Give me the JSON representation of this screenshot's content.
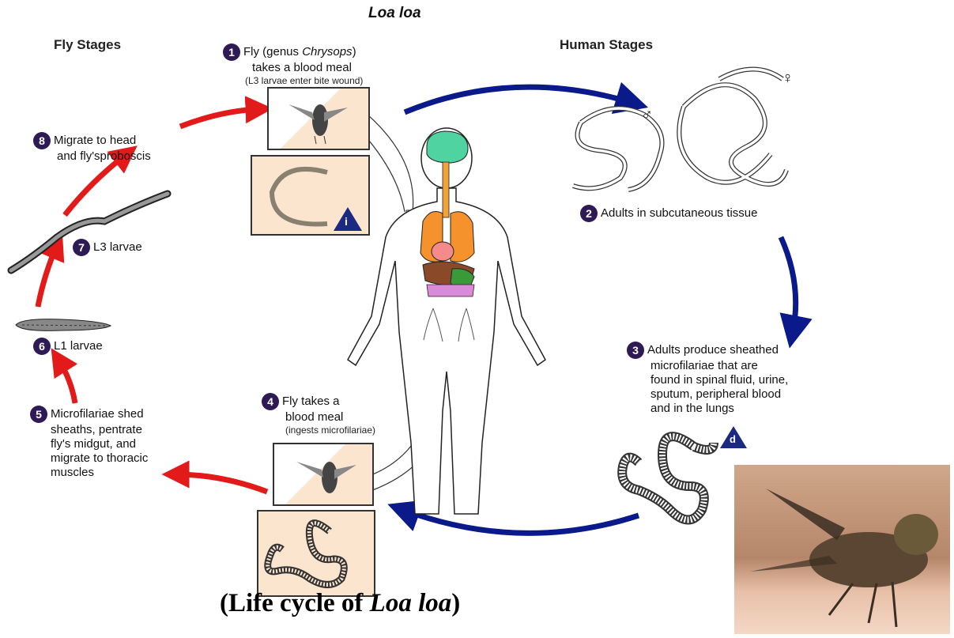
{
  "diagram": {
    "title": "Loa loa",
    "fly_stages_header": "Fly Stages",
    "human_stages_header": "Human Stages",
    "steps": [
      {
        "num": "1",
        "text_a": "Fly (genus ",
        "text_genus": "Chrysops",
        "text_b": ")",
        "text_c": "takes a blood meal",
        "sub": "(L3 larvae enter bite wound)"
      },
      {
        "num": "2",
        "text": "Adults in subcutaneous tissue"
      },
      {
        "num": "3",
        "lines": [
          "Adults produce sheathed",
          "microfilariae that are",
          "found in spinal fluid, urine,",
          "sputum, peripheral blood",
          "and in the lungs"
        ]
      },
      {
        "num": "4",
        "lines": [
          "Fly takes a",
          "blood meal"
        ],
        "sub": "(ingests microfilariae)"
      },
      {
        "num": "5",
        "lines": [
          "Microfilariae shed",
          "sheaths, pentrate",
          "fly's midgut, and",
          "migrate to thoracic",
          "muscles"
        ]
      },
      {
        "num": "6",
        "text": "L1 larvae"
      },
      {
        "num": "7",
        "text": "L3 larvae"
      },
      {
        "num": "8",
        "lines": [
          "Migrate to head",
          "and fly'sproboscis"
        ]
      }
    ],
    "markers": {
      "i": "i",
      "d": "d"
    },
    "symbols": {
      "male": "♂",
      "female": "♀"
    },
    "caption_a": "(Life cycle of ",
    "caption_italic": "Loa loa",
    "caption_b": ")"
  },
  "colors": {
    "blue_arrow": "#0b1a8a",
    "red_arrow": "#e31a1a",
    "step_badge": "#2e1a55",
    "marker": "#1b2a80",
    "panel_bg": "#fbe5cf"
  },
  "icons": [
    "fly-icon",
    "microfilaria-icon",
    "worm-icon",
    "human-body-icon",
    "fly-photo"
  ]
}
